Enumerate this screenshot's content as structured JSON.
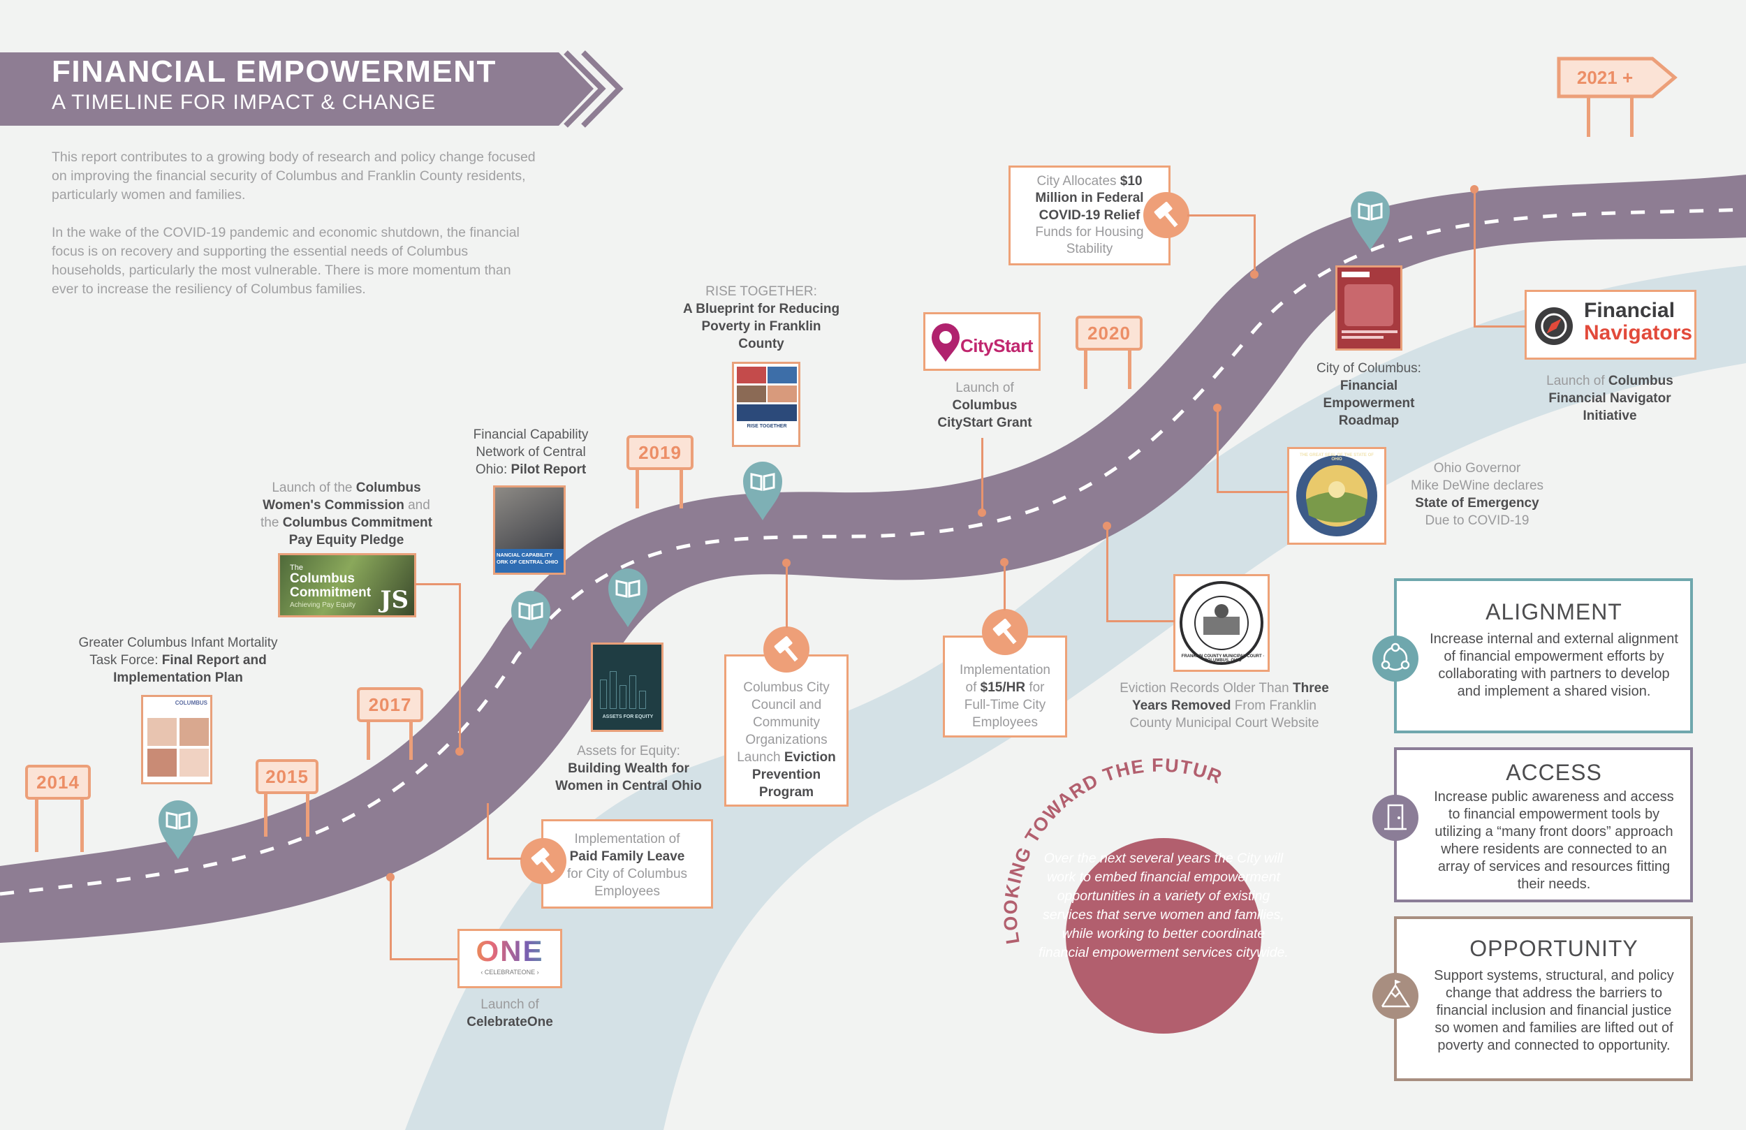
{
  "header": {
    "title": "FINANCIAL EMPOWERMENT",
    "subtitle": "A TIMELINE FOR IMPACT & CHANGE"
  },
  "intro": {
    "p1": "This report contributes to a growing body of research and policy change focused on improving the financial security of Columbus and Franklin County residents, particularly women and families.",
    "p2": "In the wake of the COVID-19 pandemic and economic shutdown, the financial focus is on recovery and supporting the essential needs of Columbus households, particularly the most vulnerable. There is more momentum than ever to increase the resiliency of Columbus families."
  },
  "years": {
    "y2014": "2014",
    "y2015": "2015",
    "y2017": "2017",
    "y2019": "2019",
    "y2020": "2020",
    "y2021": "2021 +"
  },
  "events": {
    "infant": {
      "a": "Greater Columbus Infant Mortality",
      "b": "Task Force: ",
      "c": "Final Report and",
      "d": "Implementation Plan"
    },
    "womens": {
      "a": "Launch of the ",
      "b": "Columbus",
      "c": "Women's Commission",
      "d": " and",
      "e": "the ",
      "f": "Columbus Commitment",
      "g": "Pay Equity Pledge"
    },
    "capability": {
      "a": "Financial Capability",
      "b": "Network of Central",
      "c": "Ohio: ",
      "d": "Pilot Report"
    },
    "rise": {
      "a": "RISE TOGETHER:",
      "b": "A Blueprint for Reducing",
      "c": "Poverty in Franklin",
      "d": "County"
    },
    "assets": {
      "a": "Assets for Equity:",
      "b": "Building Wealth for",
      "c": "Women in Central Ohio"
    },
    "citystart": {
      "a": "Launch of",
      "b": "Columbus",
      "c": "CityStart Grant",
      "logo": "CityStart"
    },
    "relief": {
      "a": "City Allocates ",
      "b": "$10",
      "c": "Million in Federal",
      "d": "COVID-19 Relief",
      "e": "Funds for Housing",
      "f": "Stability"
    },
    "roadmap": {
      "a": "City of Columbus:",
      "b": "Financial",
      "c": "Empowerment",
      "d": "Roadmap"
    },
    "navigators": {
      "logo1": "Financial",
      "logo2": "Navigators",
      "a": "Launch of ",
      "b": "Columbus",
      "c": "Financial Navigator",
      "d": "Initiative"
    },
    "governor": {
      "a": "Ohio Governor",
      "b": "Mike DeWine declares",
      "c": "State of Emergency",
      "d": "Due to COVID-19"
    },
    "eviction": {
      "a": "Eviction Records Older Than ",
      "b": "Three",
      "c": "Years Removed",
      "d": " From Franklin",
      "e": "County Municipal Court Website"
    },
    "wage": {
      "a": "Implementation",
      "b": "of ",
      "c": "$15/HR",
      "d": " for",
      "e": "Full-Time City",
      "f": "Employees"
    },
    "council": {
      "a": "Columbus City",
      "b": "Council and",
      "c": "Community",
      "d": "Organizations",
      "e": "Launch ",
      "f": "Eviction",
      "g": "Prevention",
      "h": "Program"
    },
    "leave": {
      "a": "Implementation of",
      "b": "Paid Family Leave",
      "c": "for City of Columbus",
      "d": "Employees"
    },
    "celebrate": {
      "logo": "ONE",
      "sub": "‹ CELEBRATEONE ›",
      "a": "Launch of",
      "b": "CelebrateOne"
    }
  },
  "thumbs": {
    "commitment1": "The",
    "commitment2": "Columbus",
    "commitment3": "Commitment",
    "commitment4": "Achieving Pay Equity",
    "capcover": "NANCIAL CAPABILITY ORK OF CENTRAL OHIO",
    "assetscover": "ASSETS FOR EQUITY",
    "risecover": "RISE TOGETHER",
    "infantcover": "COLUMBUS",
    "sealtext": "THE GREAT SEAL OF THE STATE OF OHIO",
    "courttext": "FRANKLIN COUNTY MUNICIPAL COURT · COLUMBUS, OHIO"
  },
  "future": {
    "arc": "LOOKING TOWARD THE FUTURE",
    "body": "Over the next several  years the City will work to embed financial empowerment opportunities in a variety of existing services that serve women and families, while working to better coordinate financial empowerment services citywide."
  },
  "pillars": [
    {
      "title": "ALIGNMENT",
      "text": "Increase internal and external alignment of financial empowerment efforts by collaborating with partners to develop and implement a shared vision.",
      "icon": "network-icon",
      "color": "#6fa7ad"
    },
    {
      "title": "ACCESS",
      "text": "Increase public awareness and access to financial empowerment tools by utilizing a “many front doors” approach where residents are connected to an array of services and resources fitting their needs.",
      "icon": "door-icon",
      "color": "#8b7d97"
    },
    {
      "title": "OPPORTUNITY",
      "text": "Support systems, structural, and policy change that address the barriers to financial inclusion and financial justice so women and families are lifted out of poverty and connected to opportunity.",
      "icon": "mountain-icon",
      "color": "#a88e80"
    }
  ],
  "colors": {
    "road": "#8e7d93",
    "river": "#d4e1e6",
    "accent": "#ec9f79",
    "marker": "#7eb0b5",
    "circle": "#b25f6e"
  }
}
